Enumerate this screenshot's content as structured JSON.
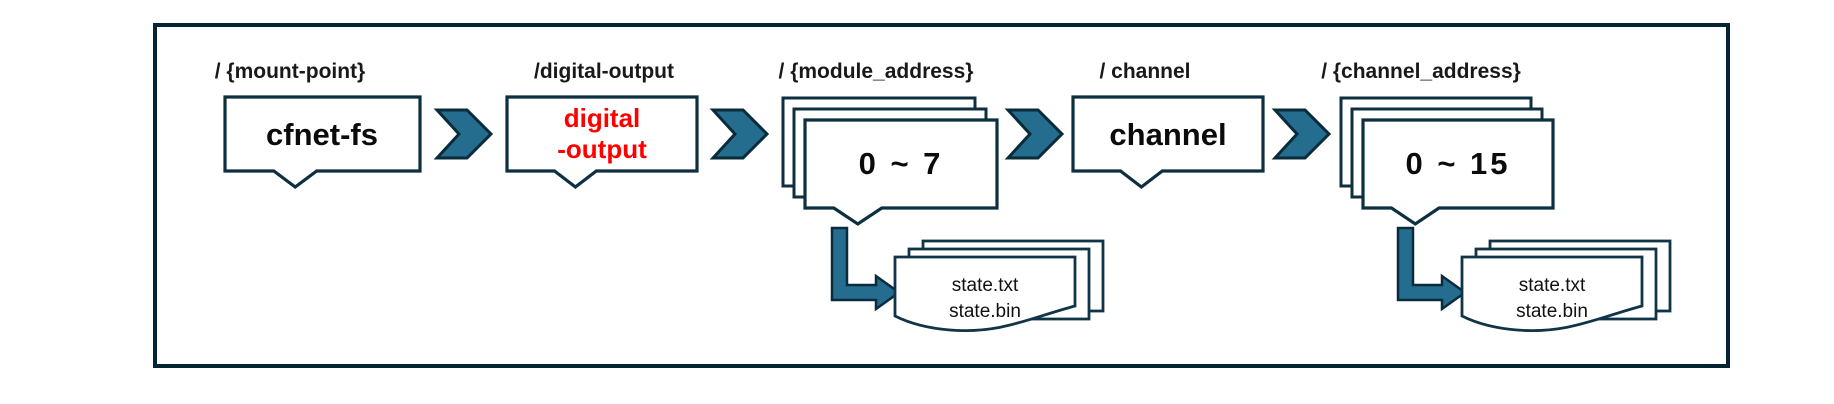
{
  "diagram": {
    "steps": [
      {
        "path_label": "/ {mount-point}",
        "node": "cfnet-fs"
      },
      {
        "path_label": "/digital-output",
        "node_line1": "digital",
        "node_line2": "-output"
      },
      {
        "path_label": "/ {module_address}",
        "node": "0 ~ 7"
      },
      {
        "path_label": "/ channel",
        "node": "channel"
      },
      {
        "path_label": "/ {channel_address}",
        "node": "0 ~ 15"
      }
    ],
    "file_stacks": [
      {
        "file1": "state.txt",
        "file2": "state.bin"
      },
      {
        "file1": "state.txt",
        "file2": "state.bin"
      }
    ],
    "colors": {
      "outline": "#0e2f40",
      "frame": "#062533",
      "arrow_fill": "#246d8e",
      "highlight_text": "#ff0000",
      "text": "#111111"
    }
  }
}
